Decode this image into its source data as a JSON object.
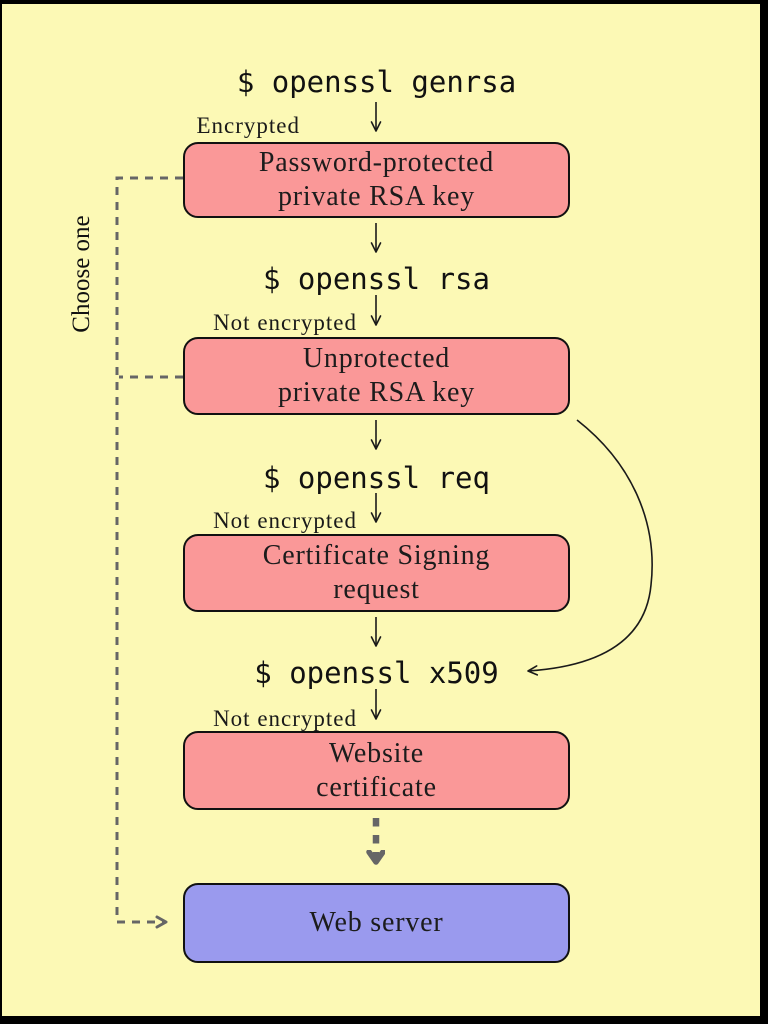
{
  "colors": {
    "background": "#fcf9b5",
    "frame": "#000000",
    "artifact_node_fill": "#fa9898",
    "server_node_fill": "#9a9aee",
    "node_border": "#111111",
    "solid_arrow": "#1a1a1a",
    "dashed_arrow_gray": "#666666"
  },
  "commands": [
    {
      "text": "$ openssl genrsa"
    },
    {
      "text": "$ openssl rsa"
    },
    {
      "text": "$ openssl req"
    },
    {
      "text": "$ openssl x509"
    }
  ],
  "labels": {
    "encrypted": "Encrypted",
    "not_encrypted_1": "Not encrypted",
    "not_encrypted_2": "Not encrypted",
    "not_encrypted_3": "Not encrypted",
    "choose_one": "Choose one"
  },
  "nodes": [
    {
      "id": "password-protected-key",
      "lines": [
        "Password-protected",
        "private RSA key"
      ],
      "type": "artifact"
    },
    {
      "id": "unprotected-key",
      "lines": [
        "Unprotected",
        "private RSA key"
      ],
      "type": "artifact"
    },
    {
      "id": "certificate-signing-request",
      "lines": [
        "Certificate Signing",
        "request"
      ],
      "type": "artifact"
    },
    {
      "id": "website-certificate",
      "lines": [
        "Website",
        "certificate"
      ],
      "type": "artifact"
    },
    {
      "id": "web-server",
      "lines": [
        "Web server"
      ],
      "type": "server"
    }
  ],
  "edges": [
    {
      "from": "openssl genrsa",
      "to": "password-protected-key",
      "style": "solid-arrow"
    },
    {
      "from": "password-protected-key",
      "to": "openssl rsa",
      "style": "solid-arrow"
    },
    {
      "from": "openssl rsa",
      "to": "unprotected-key",
      "style": "solid-arrow"
    },
    {
      "from": "unprotected-key",
      "to": "openssl req",
      "style": "solid-arrow"
    },
    {
      "from": "openssl req",
      "to": "certificate-signing-request",
      "style": "solid-arrow"
    },
    {
      "from": "certificate-signing-request",
      "to": "openssl x509",
      "style": "solid-arrow"
    },
    {
      "from": "unprotected-key",
      "to": "openssl x509",
      "style": "curved-solid-arrow"
    },
    {
      "from": "openssl x509",
      "to": "website-certificate",
      "style": "solid-arrow"
    },
    {
      "from": "website-certificate",
      "to": "web-server",
      "style": "thick-dashed-arrow"
    },
    {
      "from": "password-protected-key / unprotected-key (choose one)",
      "to": "web-server",
      "style": "dashed-gray-arrow"
    }
  ]
}
